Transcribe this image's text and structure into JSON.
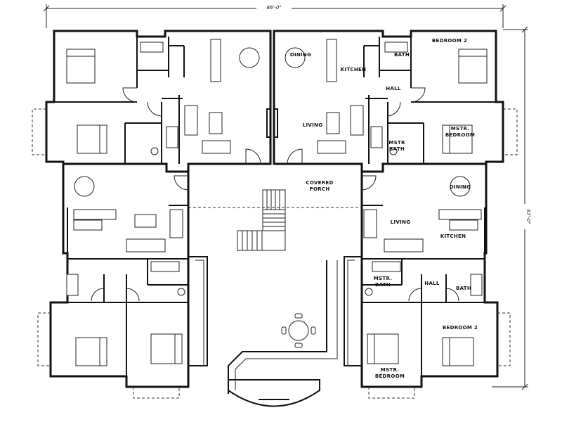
{
  "dimensions": {
    "overall_width": "86'-0\"",
    "overall_depth": "67'-0\""
  },
  "rooms": {
    "covered_porch": [
      "COVERED",
      "PORCH"
    ],
    "upper_right": {
      "bedroom_2": "BEDROOM 2",
      "bath": "BATH",
      "dining": "DINING",
      "kitchen": "KITCHEN",
      "hall": "HALL",
      "living": "LIVING",
      "mstr_bath": [
        "MSTR",
        "BATH"
      ],
      "mstr_bedroom": [
        "MSTR.",
        "BEDROOM"
      ]
    },
    "lower_right": {
      "dining": "DINING",
      "living": "LIVING",
      "kitchen": "KITCHEN",
      "mstr_bath": [
        "MSTR.",
        "BATH"
      ],
      "hall": "HALL",
      "bath": "BATH",
      "bedroom_2": "BEDROOM 2",
      "mstr_bedroom": [
        "MSTR.",
        "BEDROOM"
      ]
    }
  },
  "colors": {
    "line": "#111111",
    "background": "#ffffff"
  }
}
